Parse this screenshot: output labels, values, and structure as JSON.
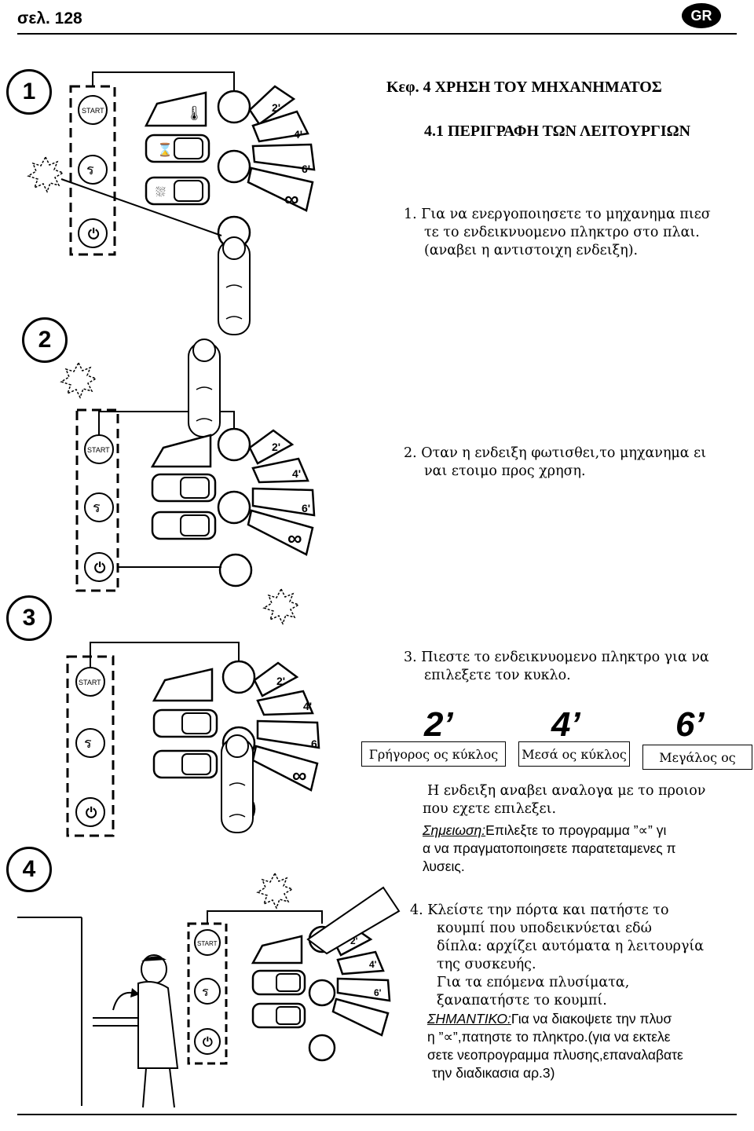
{
  "header": {
    "page_label": "σελ. 128",
    "language_badge": "GR"
  },
  "steps": {
    "one": "1",
    "two": "2",
    "three": "3",
    "four": "4"
  },
  "panel": {
    "start_label": "START",
    "dial_labels": [
      "2'",
      "4'",
      "6'"
    ],
    "infinity": "∞"
  },
  "section": {
    "chapter_title": "Κεφ.  4 ΧΡΗΣΗ ΤΟΥ ΜΗΧΑΝΗΜΑΤΟΣ",
    "subsection_title": "4.1  ΠΕΡΙΓΡΑΦΗ ΤΩΝ ΛΕΙΤΟΥΡΓΙΩΝ"
  },
  "instructions": {
    "step1": [
      "1.  Για να ενεργοποιησετε το μηχανημα πιεσ",
      "τε το ενδεικνυομενο πληκτρο στο πλαι.",
      "(αναβει η αντιστοιχη ενδειξη)."
    ],
    "step2": [
      "2.  Οταν η ενδειξη φωτισθει,το μηχανημα ει",
      "ναι ετοιμο προς χρηση."
    ],
    "step3": [
      "3.  Πιεστε το ενδεικνυομενο πληκτρο για να",
      "επιλεξετε τον κυκλο."
    ],
    "cycles": [
      {
        "time": "2’",
        "label": "Γρήγορος ος κύκλος"
      },
      {
        "time": "4’",
        "label": "Μεσά ος κύκλος"
      },
      {
        "time": "6’",
        "label": "Μεγάλος ος"
      }
    ],
    "indicator_note": [
      "Η ενδειξη αναβει αναλογα με το προιον",
      "που εχετε επιλεξει."
    ],
    "note_label": "Σημειωση:",
    "note_text": [
      "Επιλεξτε το προγραμμα ”∝” γι",
      "α να πραγματοποιησετε παρατεταμενες π",
      "λυσεις."
    ],
    "step4": [
      "4.  Κλείστε  την  πόρτα  και  πατήστε    το",
      "κουμπί     που     υποδεικνύεται     εδώ",
      "δίπλα: αρχίζει αυτόματα η λειτουργία",
      "της συσκευής.",
      "Για      τα      επόμενα      πλυσίματα,",
      "ξαναπατήστε το κουμπί."
    ],
    "important_label": "ΣΗΜΑΝΤΙΚΟ:",
    "important_text": [
      "Για να διακοψετε την πλυσ",
      "η ”∝”,πατηστε το πληκτρο.(για να εκτελε",
      "σετε νεοπρογραμμα πλυσης,επαναλαβατε",
      "την διαδικασια αρ.3)"
    ]
  }
}
